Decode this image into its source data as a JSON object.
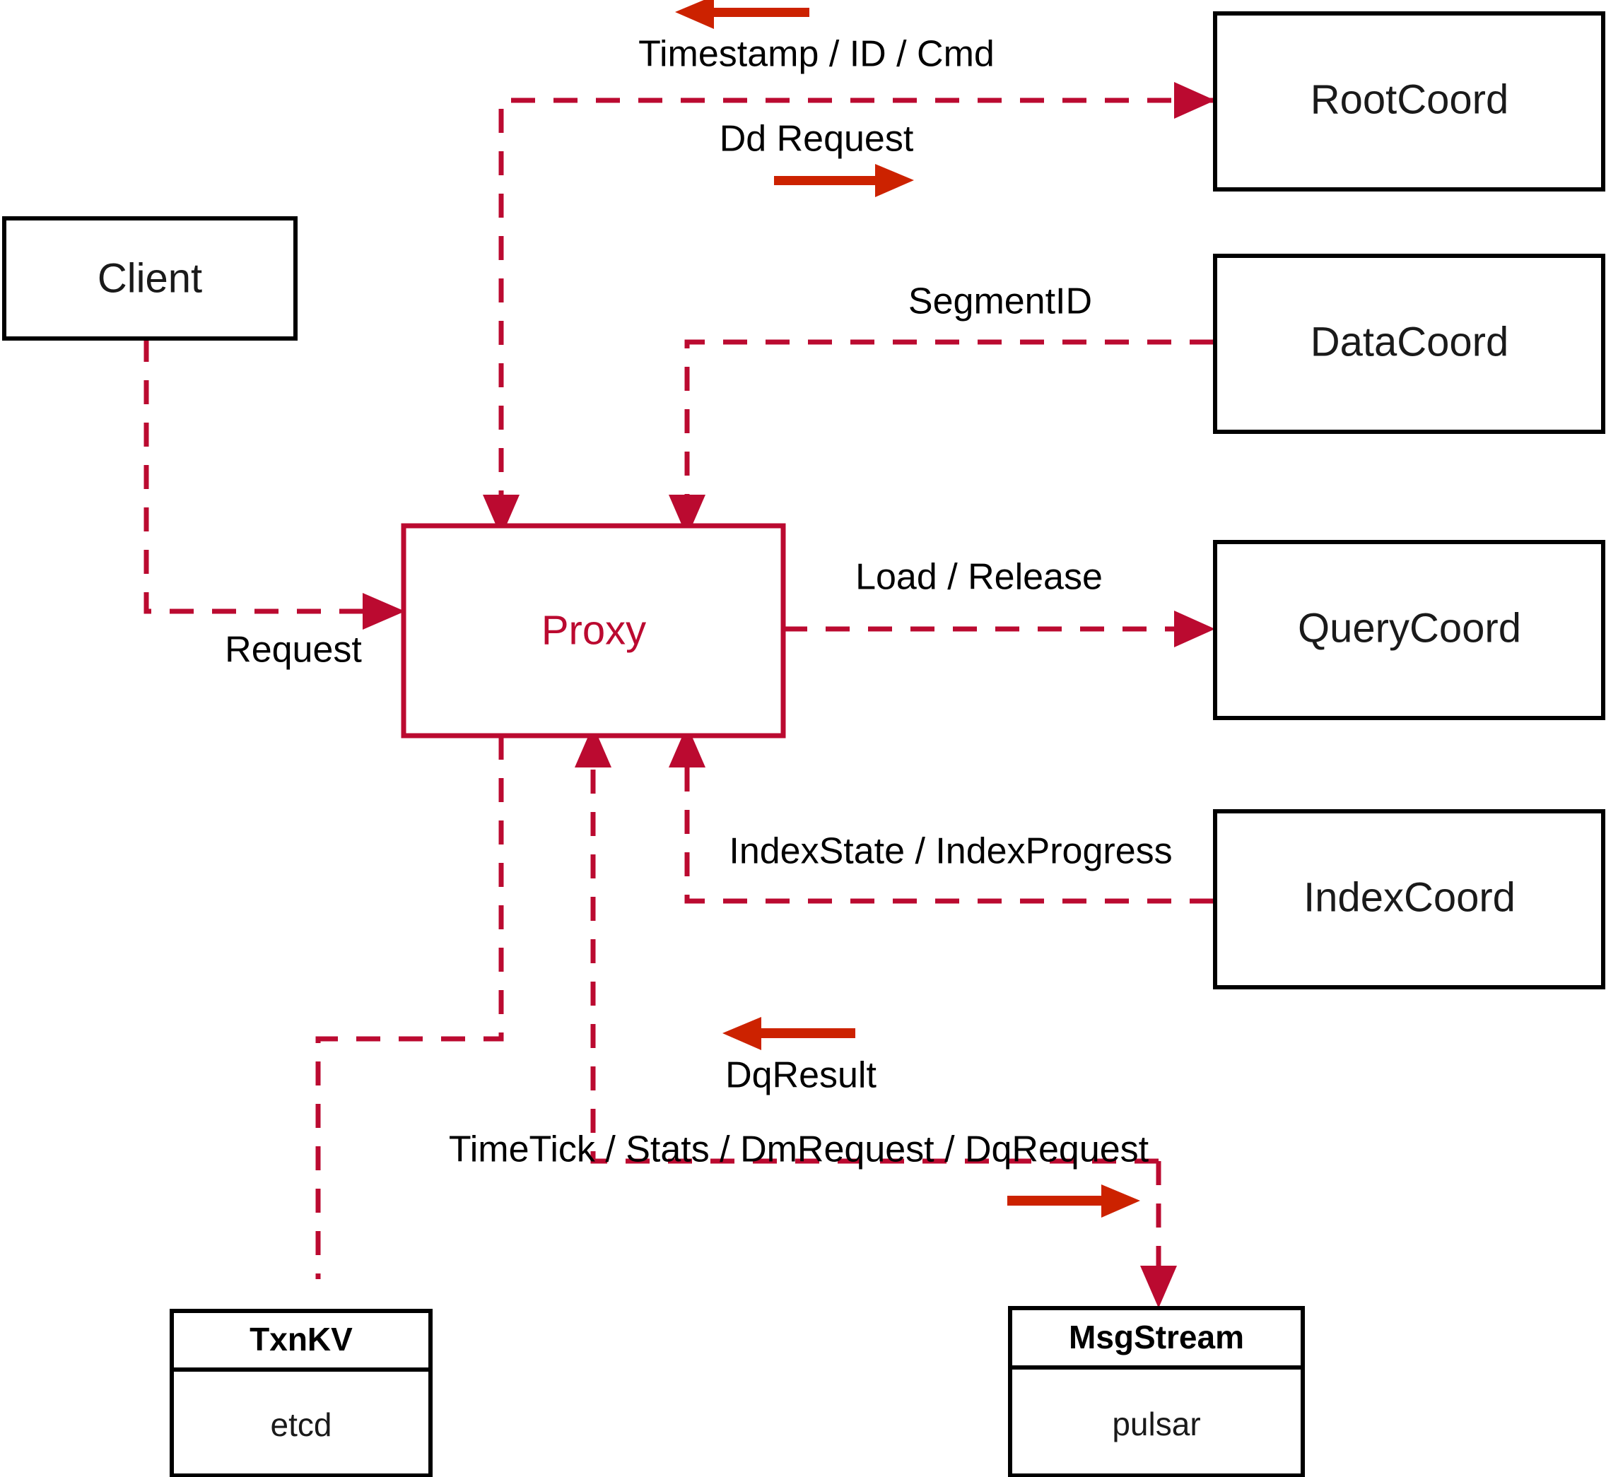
{
  "diagram": {
    "title": "Milvus Proxy interaction diagram",
    "colors": {
      "accent_crimson": "#bb0a30",
      "flow_arrow_red": "#cc2200",
      "node_stroke": "#000000",
      "background": "#ffffff"
    },
    "nodes": {
      "client": {
        "label": "Client"
      },
      "proxy": {
        "label": "Proxy"
      },
      "root_coord": {
        "label": "RootCoord"
      },
      "data_coord": {
        "label": "DataCoord"
      },
      "query_coord": {
        "label": "QueryCoord"
      },
      "index_coord": {
        "label": "IndexCoord"
      },
      "txnkv": {
        "label": "TxnKV",
        "impl": "etcd"
      },
      "msgstream": {
        "label": "MsgStream",
        "impl": "pulsar"
      }
    },
    "edges": [
      {
        "id": "timestamp-id-cmd",
        "label": "Timestamp / ID / Cmd",
        "direction": "left",
        "from": "RootCoord",
        "to": "Proxy"
      },
      {
        "id": "dd-request",
        "label": "Dd Request",
        "direction": "right",
        "from": "Proxy",
        "to": "RootCoord"
      },
      {
        "id": "segment-id",
        "label": "SegmentID",
        "direction": "left",
        "from": "DataCoord",
        "to": "Proxy"
      },
      {
        "id": "request",
        "label": "Request",
        "direction": "right",
        "from": "Client",
        "to": "Proxy"
      },
      {
        "id": "load-release",
        "label": "Load / Release",
        "direction": "right",
        "from": "Proxy",
        "to": "QueryCoord"
      },
      {
        "id": "index-state-progress",
        "label": "IndexState / IndexProgress",
        "direction": "left",
        "from": "IndexCoord",
        "to": "Proxy"
      },
      {
        "id": "dq-result",
        "label": "DqResult",
        "direction": "left",
        "from": "MsgStream",
        "to": "Proxy"
      },
      {
        "id": "timetick-stats-dm-dq",
        "label": "TimeTick / Stats / DmRequest / DqRequest",
        "direction": "right",
        "from": "Proxy",
        "to": "MsgStream"
      }
    ]
  }
}
